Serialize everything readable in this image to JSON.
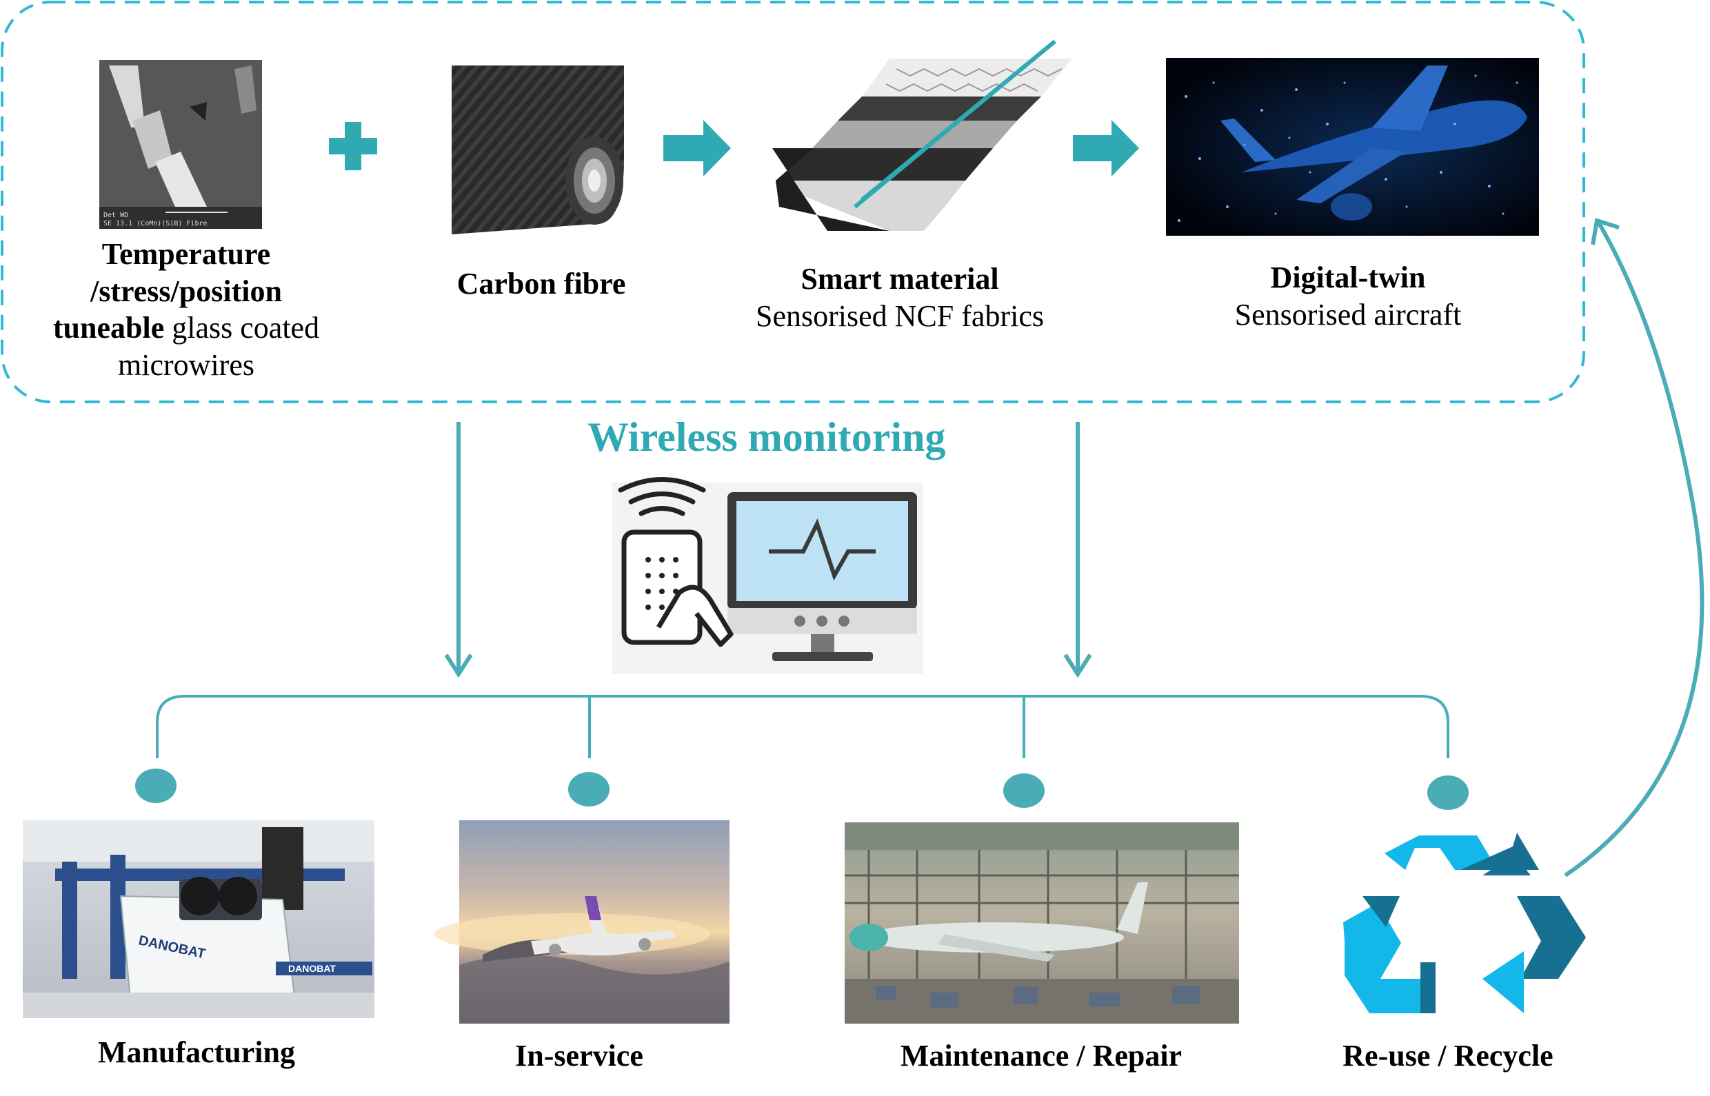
{
  "colors": {
    "teal": "#4aacb6",
    "dashed_border": "#33b8d4",
    "recycle_light": "#14b7ea",
    "recycle_dark": "#176f92",
    "heading": "#2fa9b3"
  },
  "materials": {
    "microwire": {
      "line1": "Temperature",
      "line2": "/stress/position",
      "line3_bold": "tuneable",
      "line3_rest": " glass coated",
      "line4": "microwires",
      "sem_text_1": "Det  WD",
      "sem_text_2": "SE   13.1  (CoMn)(SiB) Fibre"
    },
    "carbon": {
      "label": "Carbon fibre"
    },
    "smart": {
      "title": "Smart material",
      "subtitle": "Sensorised NCF fabrics"
    },
    "twin": {
      "title": "Digital-twin",
      "subtitle": "Sensorised aircraft"
    }
  },
  "monitoring": {
    "title": "Wireless monitoring"
  },
  "lifecycle": {
    "manufacturing": {
      "label": "Manufacturing",
      "machine_brand": "DANOBAT"
    },
    "inservice": {
      "label": "In-service"
    },
    "maintenance": {
      "label": "Maintenance / Repair"
    },
    "recycle": {
      "label": "Re-use / Recycle"
    }
  }
}
